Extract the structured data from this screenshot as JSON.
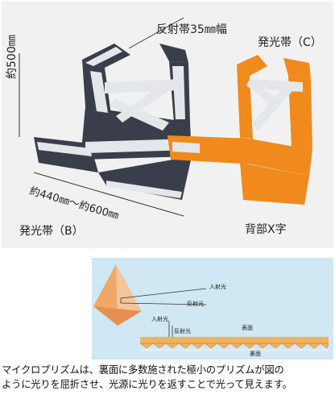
{
  "photo": {
    "label_width": "反射帯35㎜幅",
    "label_height": "約500㎜",
    "label_length": "約440㎜～約600㎜",
    "label_b": "発光帯（B）",
    "label_c": "発光帯（C）",
    "label_x": "背部X字"
  },
  "diagram": {
    "incident_light_1": "入射光",
    "reflected_light_1": "反射光",
    "incident_light_2": "入射光",
    "reflected_light_2": "反射光",
    "front_surface": "表面",
    "back_surface": "裏面"
  },
  "caption": {
    "line1": "マイクロプリズムは、裏面に多数施された極小のプリズムが図の",
    "line2": "ように光りを屈折させ、光源に光りを返すことで光って見えます。"
  },
  "colors": {
    "vest_b": "#3a3e4a",
    "vest_c": "#f08a1c",
    "reflective_band": "#e4e7ea",
    "diagram_bg": "#cfe8f4",
    "prism": "#f0a866"
  }
}
